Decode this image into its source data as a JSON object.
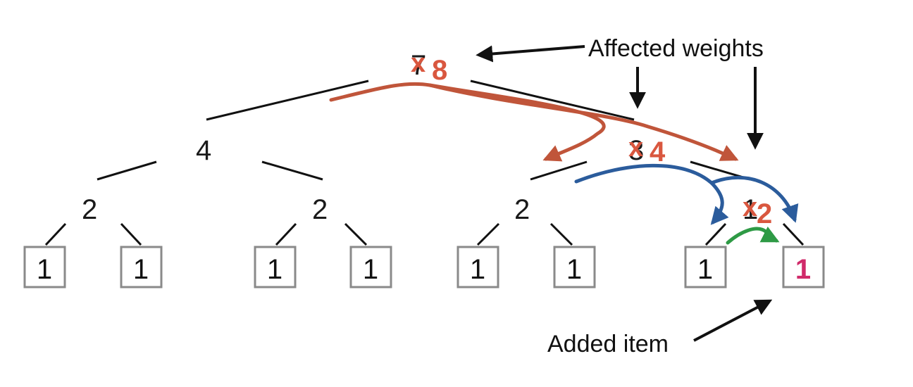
{
  "colors": {
    "update": "#d9573f",
    "orange_arrow": "#c0553a",
    "blue_arrow": "#2b5c9c",
    "green_arrow": "#2e9a45",
    "added_leaf": "#d02a6a",
    "leaf_border": "#8a8a8a"
  },
  "tree": {
    "root": {
      "old": "7",
      "new": "8",
      "strike": "x"
    },
    "left_child": "4",
    "right_child": {
      "old": "3",
      "new": "4",
      "strike": "x"
    },
    "level2": [
      "2",
      "2",
      "2"
    ],
    "level2_updated": {
      "old": "1",
      "new": "2",
      "strike": "x"
    },
    "leaves": [
      "1",
      "1",
      "1",
      "1",
      "1",
      "1",
      "1"
    ],
    "added_leaf": "1"
  },
  "annotations": {
    "affected": "Affected weights",
    "added": "Added item"
  }
}
